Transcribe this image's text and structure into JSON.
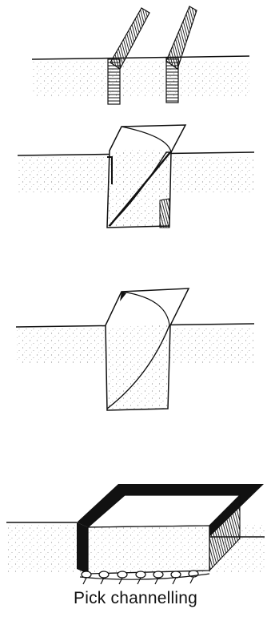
{
  "caption": "Pick channelling",
  "colors": {
    "ink": "#111111",
    "paper": "#ffffff"
  },
  "figure": {
    "stages": [
      {
        "id": "stage-1",
        "description_icon": "two-picks-cut-icon"
      },
      {
        "id": "stage-2",
        "description_icon": "slab-rotating-icon"
      },
      {
        "id": "stage-3",
        "description_icon": "slab-lifted-icon"
      },
      {
        "id": "stage-4",
        "description_icon": "channel-block-icon"
      }
    ]
  }
}
